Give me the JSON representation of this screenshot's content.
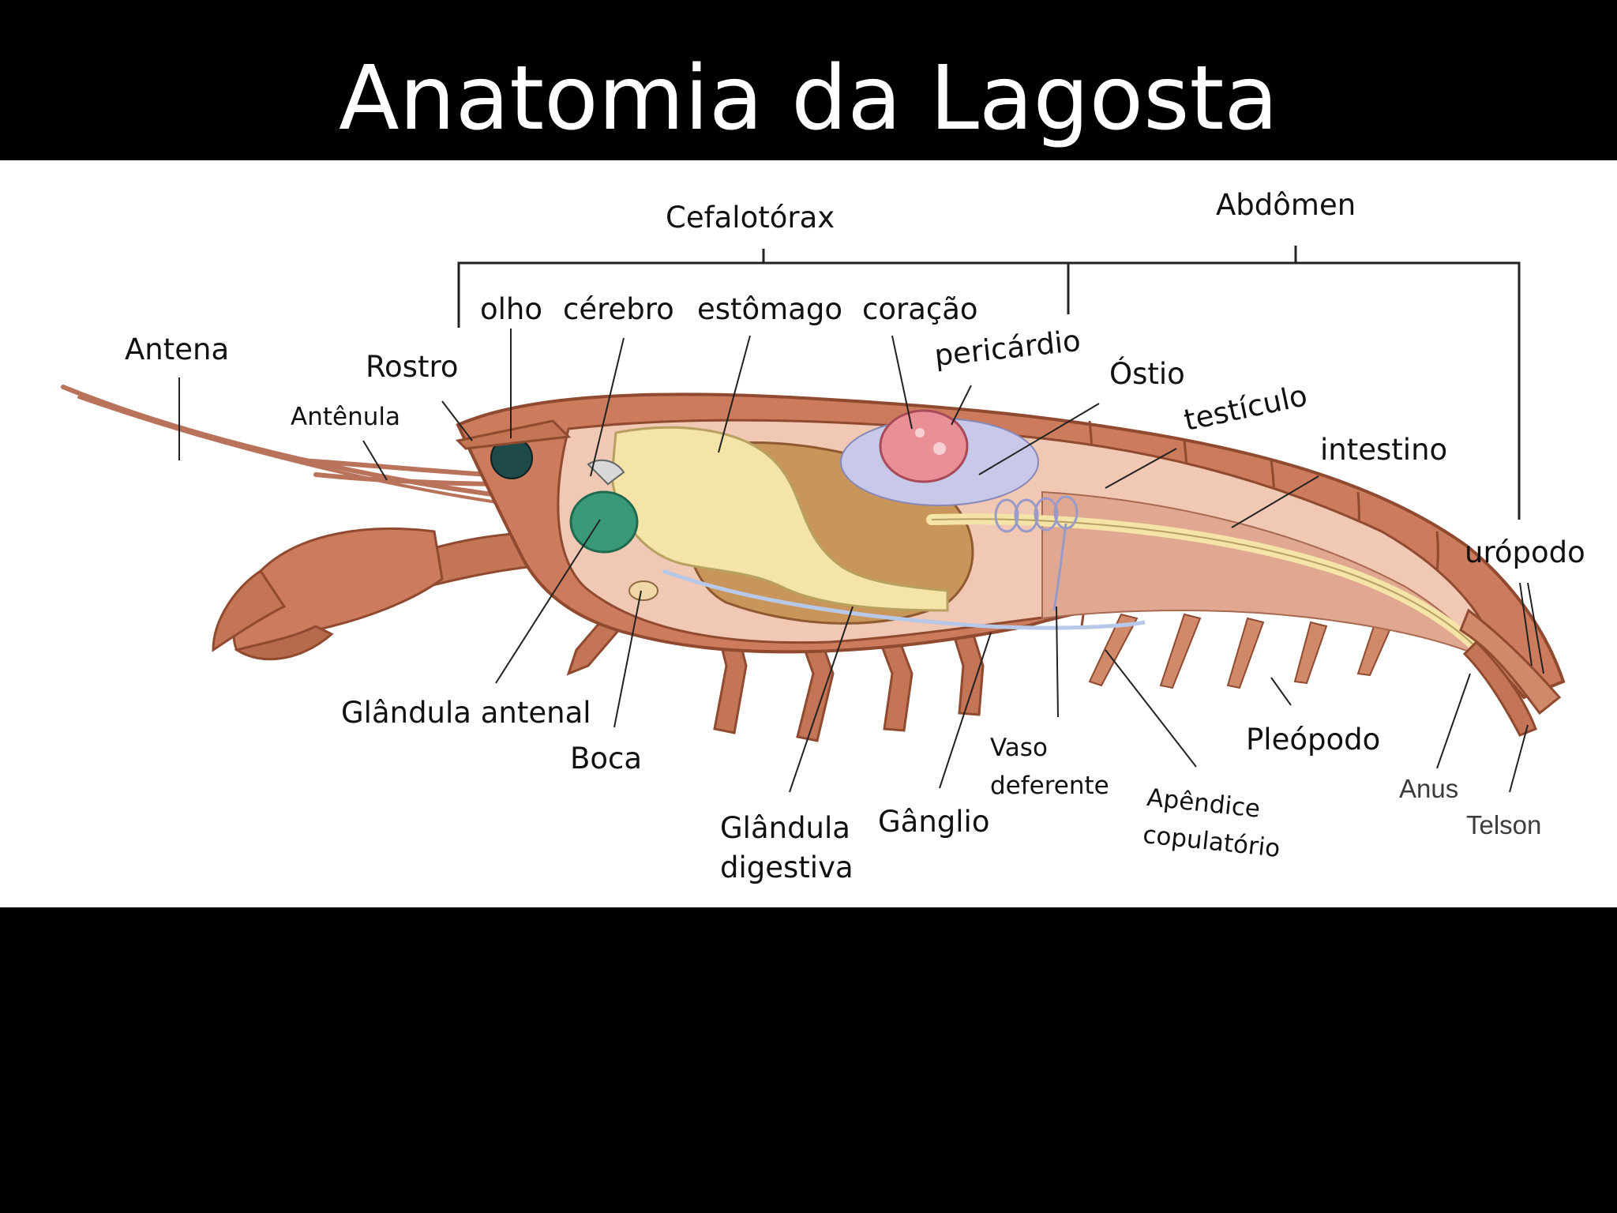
{
  "title": "Anatomia da Lagosta",
  "regions": {
    "cefalotorax": "Cefalotórax",
    "abdomen": "Abdômen"
  },
  "labels": {
    "antena": "Antena",
    "rostro": "Rostro",
    "antenula": "Antênula",
    "olho": "olho",
    "cerebro": "cérebro",
    "estomago": "estômago",
    "coracao": "coração",
    "pericardio": "pericárdio",
    "ostio": "Óstio",
    "testiculo": "testículo",
    "intestino": "intestino",
    "uropodo": "urópodo",
    "glandula_antenal": "Glândula antenal",
    "boca": "Boca",
    "glandula_digestiva_1": "Glândula",
    "glandula_digestiva_2": "digestiva",
    "ganglio": "Gânglio",
    "vaso_deferente_1": "Vaso",
    "vaso_deferente_2": "deferente",
    "apendice_copulatorio_1": "Apêndice",
    "apendice_copulatorio_2": "copulatório",
    "pleopodo": "Pleópodo",
    "anus": "Anus",
    "telson": "Telson"
  },
  "colors": {
    "background": "#000000",
    "panel": "#ffffff",
    "shell": "#c9785a",
    "shell_dark": "#a85a3e",
    "stomach": "#f4e4a8",
    "digestive_gland": "#c8965a",
    "heart": "#e98f96",
    "pericardium": "#c8c8e8",
    "green_gland": "#3a9a78",
    "eye": "#1e4a4a",
    "muscle": "#e0a890"
  }
}
